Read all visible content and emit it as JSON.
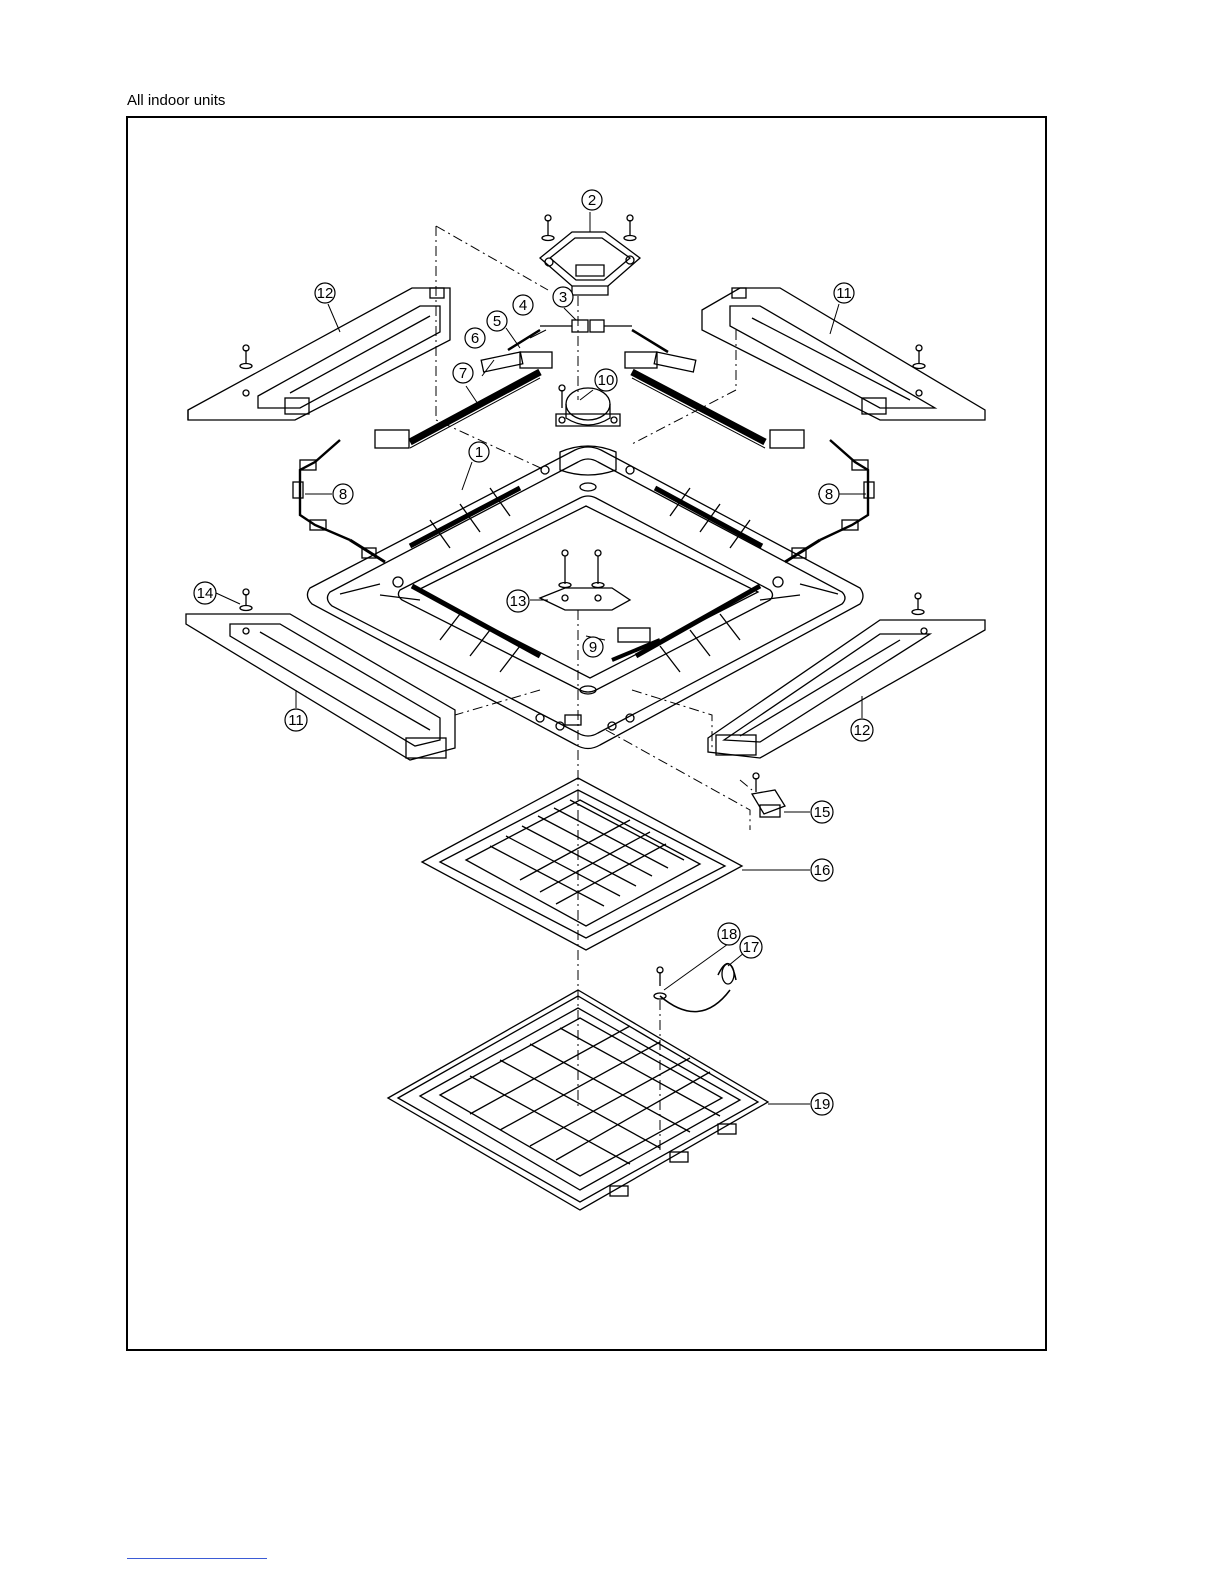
{
  "caption": "All indoor units",
  "callouts": {
    "c1": "1",
    "c2": "2",
    "c3": "3",
    "c4": "4",
    "c5": "5",
    "c6": "6",
    "c7": "7",
    "c8a": "8",
    "c8b": "8",
    "c9": "9",
    "c10": "10",
    "c11a": "11",
    "c11b": "11",
    "c12a": "12",
    "c12b": "12",
    "c13": "13",
    "c14": "14",
    "c15": "15",
    "c16": "16",
    "c17": "17",
    "c18": "18",
    "c19": "19"
  }
}
